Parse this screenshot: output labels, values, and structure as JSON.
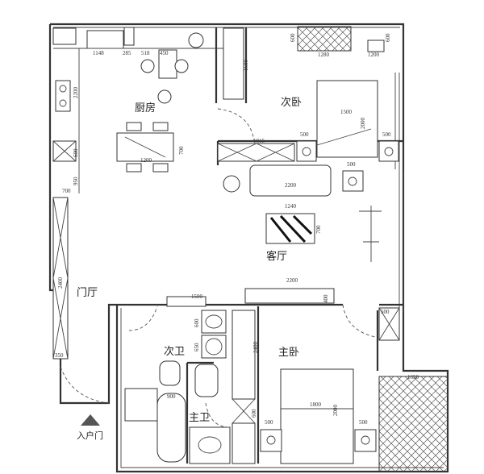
{
  "rooms": {
    "kitchen": "厨房",
    "second_bedroom": "次卧",
    "living_room": "客厅",
    "foyer": "门厅",
    "second_bathroom": "次卫",
    "master_bedroom": "主卧",
    "master_bathroom": "主卫",
    "entrance": "入户门"
  },
  "dimensions": {
    "kitchen_counter_1148": "1148",
    "kitchen_285": "285",
    "kitchen_518": "518",
    "kitchen_450": "450",
    "kitchen_counter_2200": "2200",
    "kitchen_600": "600",
    "kitchen_950": "950",
    "kitchen_700": "700",
    "dining_table_width": "1200",
    "dining_table_depth": "700",
    "wardrobe_1600": "1600",
    "bedroom2_desk_600": "600",
    "bedroom2_desk_1280": "1280",
    "bedroom2_chair_1200": "1200",
    "bedroom2_600_right": "600",
    "bedroom2_bed_width": "1500",
    "bedroom2_bed_length": "2000",
    "bedroom2_nightstand_left": "500",
    "bedroom2_nightstand_right": "500",
    "cabinet_1815": "1815",
    "side_table_500": "500",
    "sofa_2200": "2200",
    "coffee_table_1240": "1240",
    "coffee_table_700": "700",
    "tv_cabinet_2200": "2200",
    "tv_cabinet_400": "400",
    "bath_1500": "1500",
    "bath_600": "600",
    "bath_650": "650",
    "bathtub_900": "900",
    "master_wardrobe_2400": "2400",
    "master_600": "600",
    "master_bed_width": "1800",
    "master_bed_length": "2000",
    "master_nightstand_left": "500",
    "master_nightstand_right": "500",
    "master_cabinet_500": "500",
    "balcony_1650": "1650",
    "foyer_shoe_2400": "2400",
    "foyer_350": "350"
  }
}
